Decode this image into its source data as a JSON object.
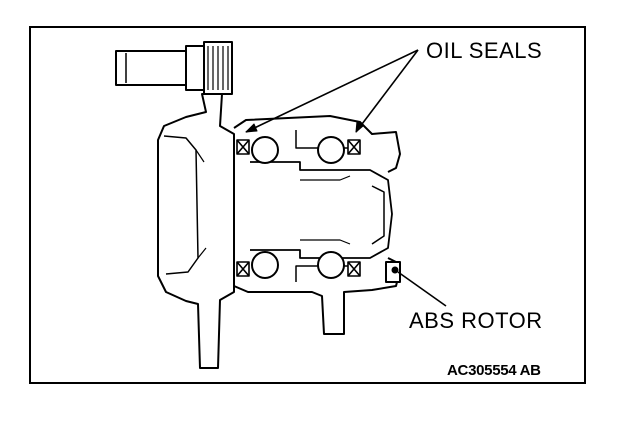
{
  "labels": {
    "oil_seals": "OIL SEALS",
    "abs_rotor": "ABS ROTOR",
    "reference": "AC305554 AB"
  },
  "colors": {
    "line": "#000000",
    "background": "#ffffff"
  }
}
